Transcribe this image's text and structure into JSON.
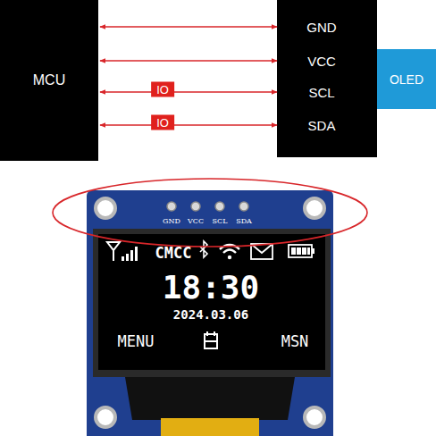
{
  "diagram": {
    "nodes": [
      {
        "text": [
          "MCU"
        ]
      },
      {
        "text": [
          "GND"
        ]
      },
      {
        "text": [
          "VCC"
        ]
      },
      {
        "text": [
          "SCL"
        ]
      },
      {
        "text": [
          "SDA"
        ]
      },
      {
        "text": [
          "OLED"
        ]
      }
    ],
    "edges": [
      {
        "from": 0,
        "to": 1,
        "arrow": "both"
      },
      {
        "from": 0,
        "to": 2,
        "arrow": "both"
      },
      {
        "from": 0,
        "to": 3,
        "label": "IO",
        "arrow": "both"
      },
      {
        "from": 0,
        "to": 4,
        "label": "IO",
        "arrow": "both"
      }
    ],
    "labels": [
      "GND",
      "VCC",
      "SCL",
      "SDA",
      "CMCC",
      "18:30",
      "2024.03.06",
      "MENU",
      "MSN"
    ]
  }
}
